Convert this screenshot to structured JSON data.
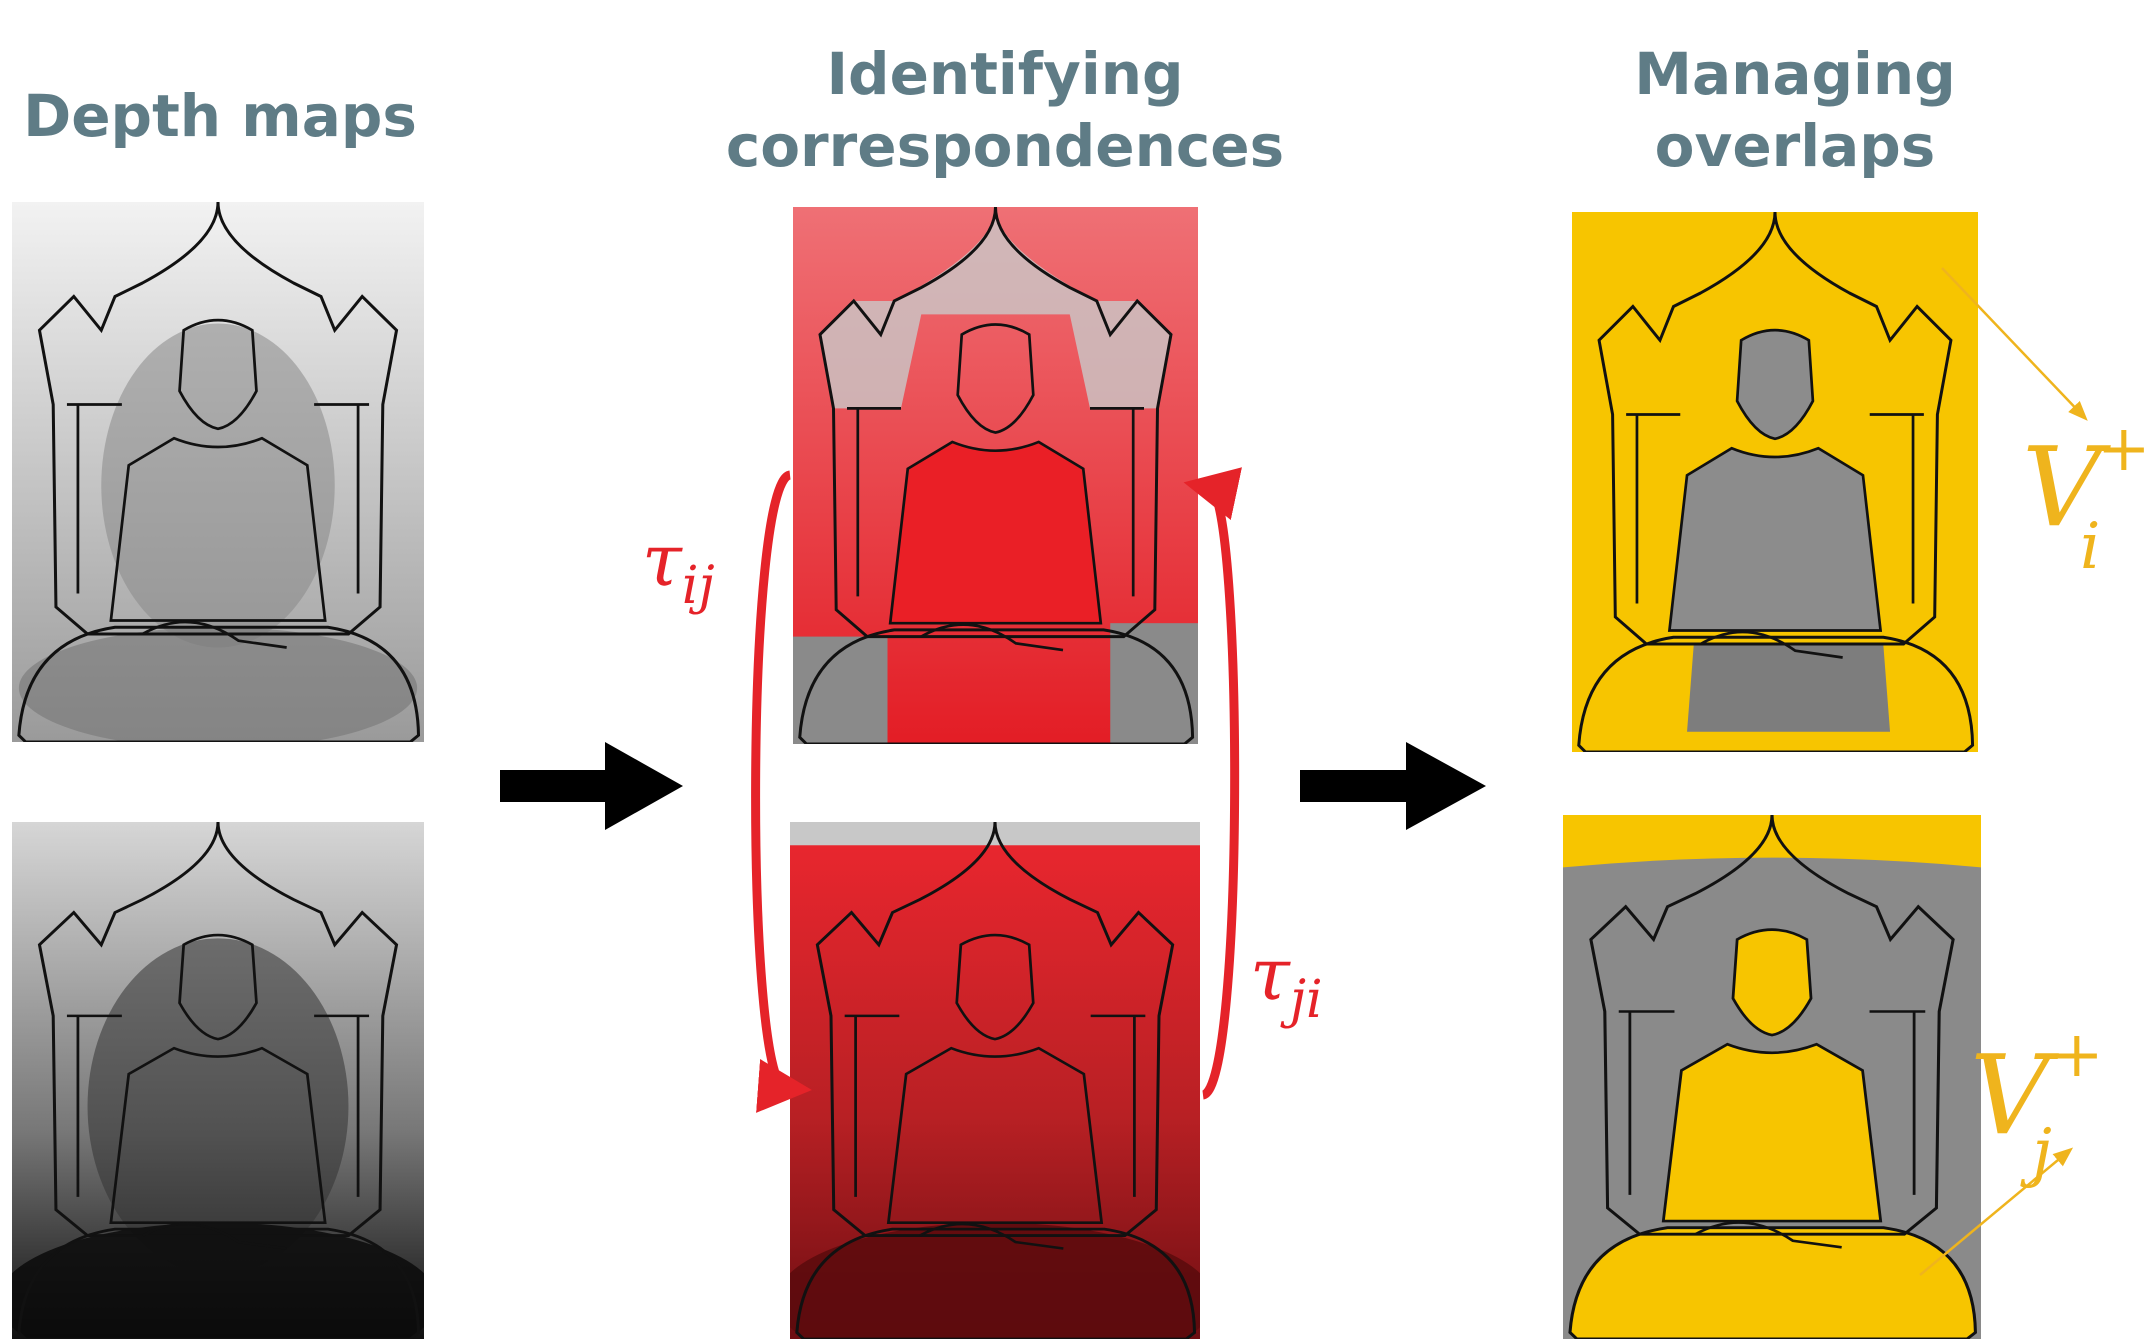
{
  "columns": {
    "depth": {
      "title": "Depth maps"
    },
    "correspondences": {
      "title_line1": "Identifying",
      "title_line2": "correspondences"
    },
    "overlaps": {
      "title_line1": "Managing",
      "title_line2": "overlaps"
    }
  },
  "labels": {
    "tau_ij": {
      "base": "τ",
      "sub": "ij"
    },
    "tau_ji": {
      "base": "τ",
      "sub": "ji"
    },
    "v_i": {
      "base": "V",
      "sup": "+",
      "sub": "i"
    },
    "v_j": {
      "base": "V",
      "sup": "+",
      "sub": "j"
    }
  },
  "colors": {
    "heading": "#5f7c86",
    "correspondence": "#e52329",
    "overlap": "#f7c500",
    "overlap_label": "#efb41d",
    "arrow": "#000000"
  }
}
